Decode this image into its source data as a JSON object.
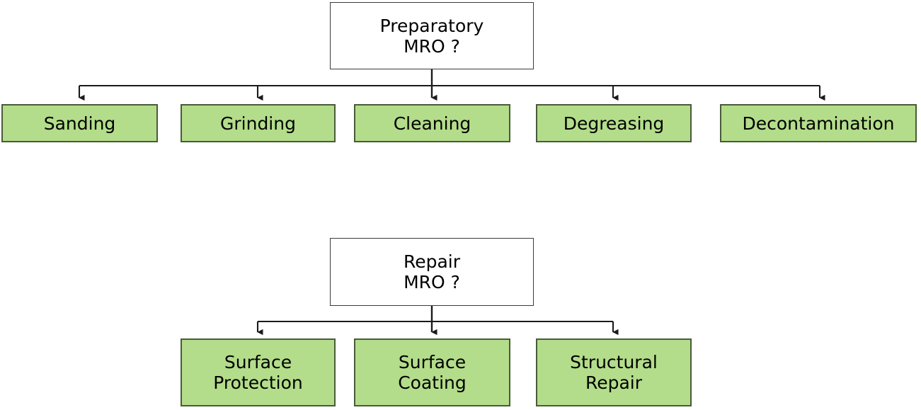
{
  "diagram": {
    "type": "flowchart",
    "title": "",
    "colors": {
      "leaf_fill": "#b3dd8a",
      "leaf_border": "#4a5a3a",
      "root_fill": "#ffffff",
      "root_border": "#3b3b3b",
      "connector": "#1a1a1a",
      "text": "#000000",
      "background": "#ffffff"
    },
    "groups": [
      {
        "id": "preparatory",
        "root": {
          "label": "Preparatory\nMRO ?",
          "line1": "Preparatory",
          "line2": "MRO ?"
        },
        "children": [
          {
            "label": "Sanding"
          },
          {
            "label": "Grinding"
          },
          {
            "label": "Cleaning"
          },
          {
            "label": "Degreasing"
          },
          {
            "label": "Decontamination"
          }
        ]
      },
      {
        "id": "repair",
        "root": {
          "label": "Repair\nMRO ?",
          "line1": "Repair",
          "line2": "MRO ?"
        },
        "children": [
          {
            "label": "Surface\nProtection"
          },
          {
            "label": "Surface\nCoating"
          },
          {
            "label": "Structural\nRepair"
          }
        ]
      }
    ]
  }
}
